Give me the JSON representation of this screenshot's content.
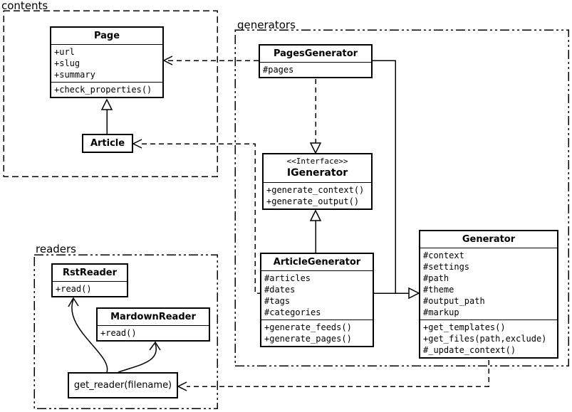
{
  "packages": {
    "contents": {
      "label": "contents"
    },
    "generators": {
      "label": "generators"
    },
    "readers": {
      "label": "readers"
    }
  },
  "classes": {
    "page": {
      "name": "Page",
      "attributes": [
        "+url",
        "+slug",
        "+summary"
      ],
      "methods": [
        "+check_properties()"
      ]
    },
    "article": {
      "name": "Article"
    },
    "pagesGenerator": {
      "name": "PagesGenerator",
      "attributes": [
        "#pages"
      ]
    },
    "igenerator": {
      "stereotype": "<<Interface>>",
      "name": "IGenerator",
      "methods": [
        "+generate_context()",
        "+generate_output()"
      ]
    },
    "articleGenerator": {
      "name": "ArticleGenerator",
      "attributes": [
        "#articles",
        "#dates",
        "#tags",
        "#categories"
      ],
      "methods": [
        "+generate_feeds()",
        "+generate_pages()"
      ]
    },
    "generator": {
      "name": "Generator",
      "attributes": [
        "#context",
        "#settings",
        "#path",
        "#theme",
        "#output_path",
        "#markup"
      ],
      "methods": [
        "+get_templates()",
        "+get_files(path,exclude)",
        "#_update_context()"
      ]
    },
    "rstReader": {
      "name": "RstReader",
      "methods": [
        "+read()"
      ]
    },
    "markdownReader": {
      "name": "MardownReader",
      "methods": [
        "+read()"
      ]
    },
    "getReader": {
      "name": "get_reader(filename)"
    }
  }
}
